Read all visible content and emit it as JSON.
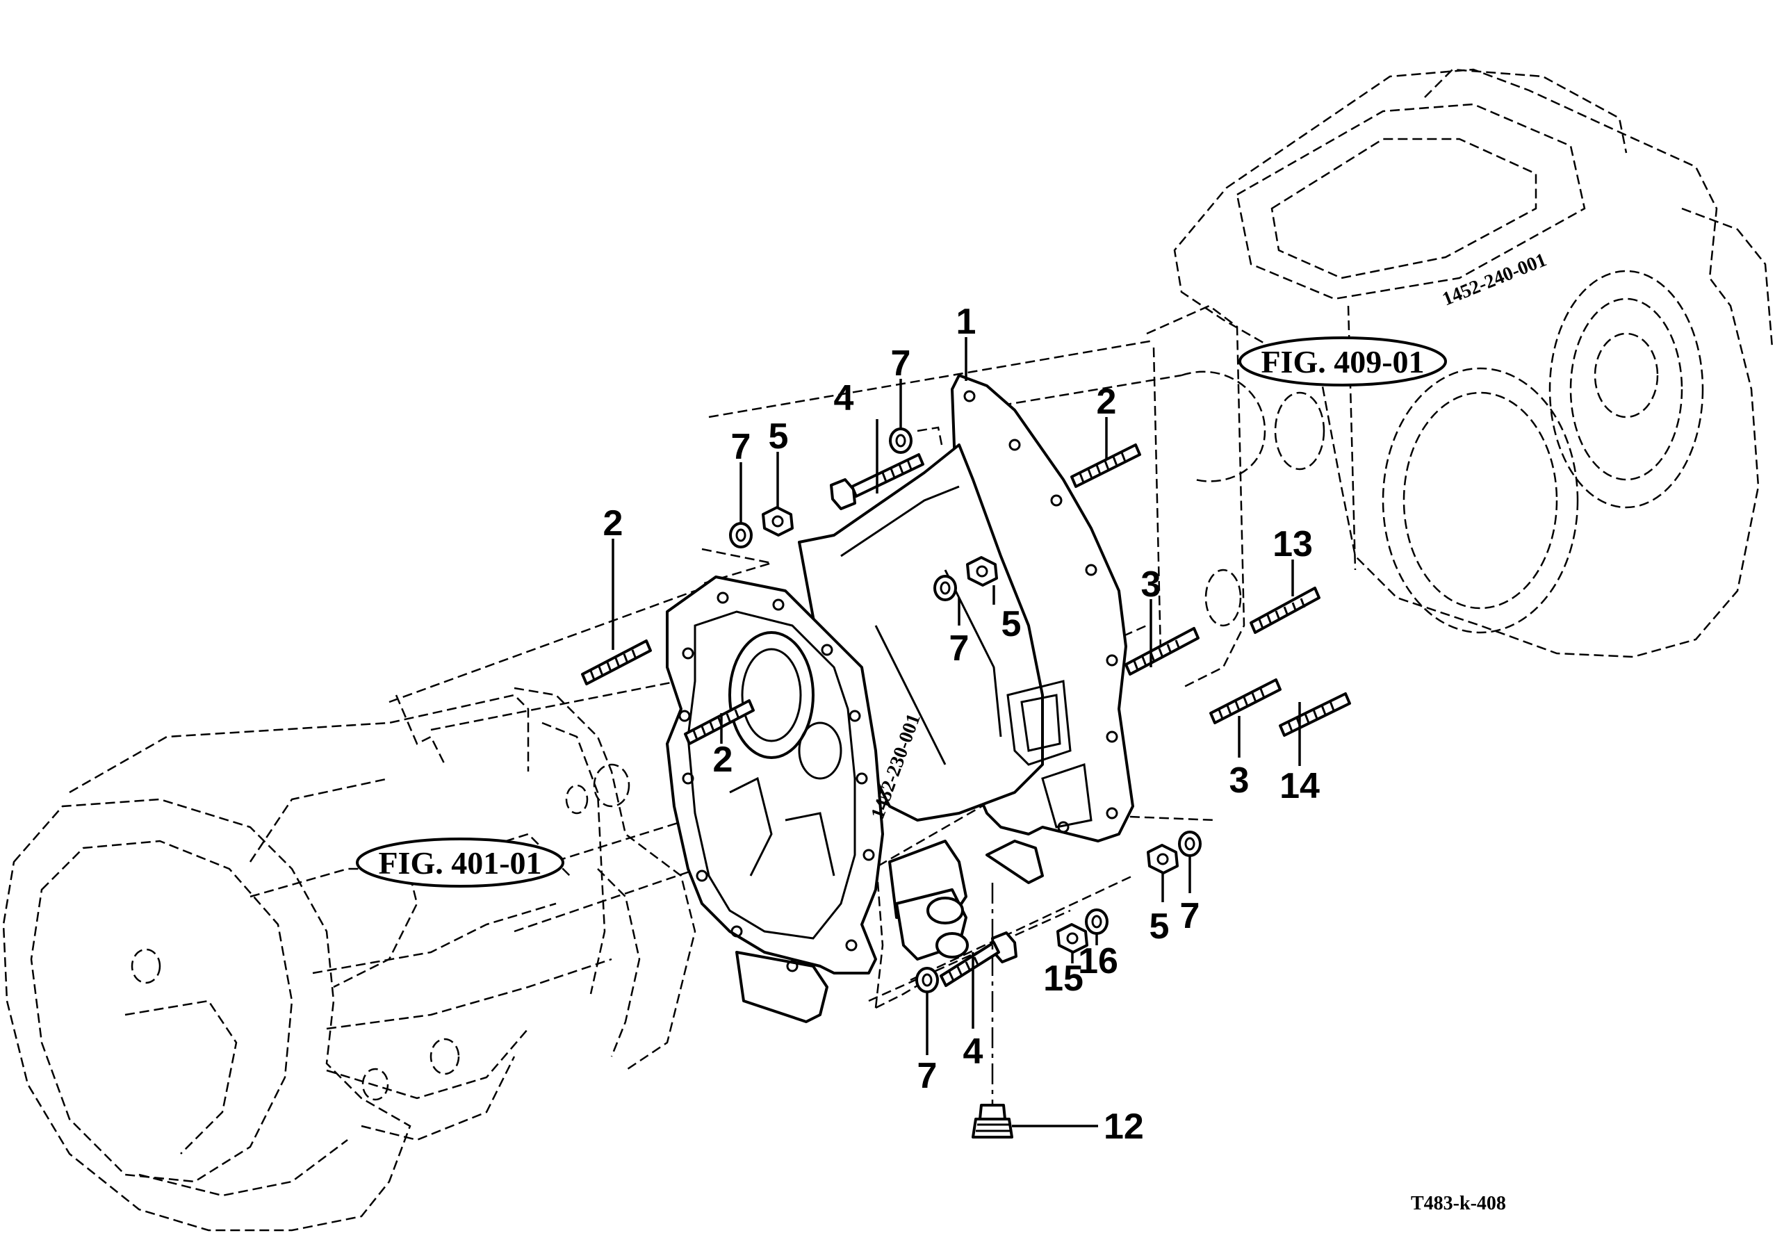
{
  "callouts": [
    "1",
    "2",
    "2",
    "2",
    "3",
    "3",
    "4",
    "4",
    "5",
    "5",
    "5",
    "7",
    "7",
    "7",
    "7",
    "7",
    "12",
    "13",
    "14",
    "15",
    "16"
  ],
  "figure_refs": [
    "FIG. 409-01",
    "FIG. 401-01"
  ],
  "housing_marking": "1452-230-001",
  "housing_marking_rear": "1452-240-001",
  "document_id": "T483-k-408"
}
